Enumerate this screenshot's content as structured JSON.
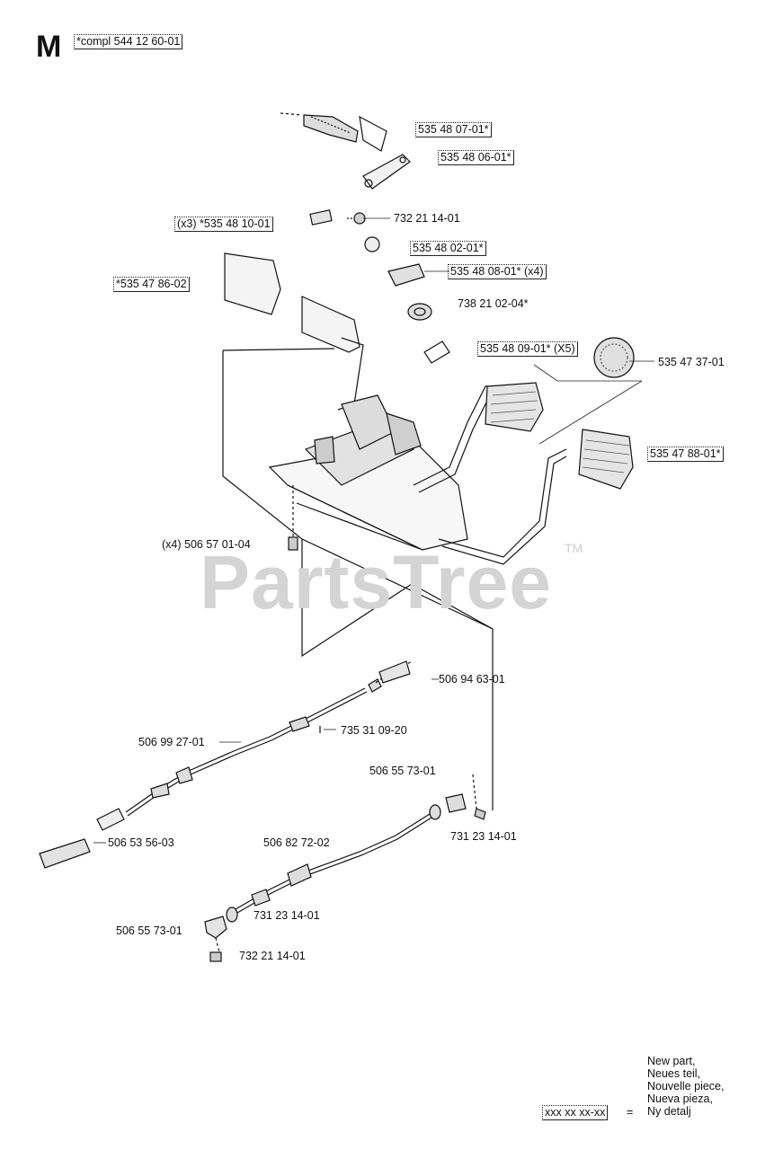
{
  "header": {
    "section_letter": "M",
    "compl_label": "*compl 544 12 60-01"
  },
  "watermark": {
    "text": "PartsTree",
    "tm": "TM"
  },
  "callouts": [
    {
      "id": "c1",
      "text": "535 48 07-01*",
      "boxed": true
    },
    {
      "id": "c2",
      "text": "535 48 06-01*",
      "boxed": true
    },
    {
      "id": "c3",
      "text": "732 21 14-01",
      "boxed": false
    },
    {
      "id": "c4",
      "text": "(x3) *535 48 10-01",
      "boxed": true
    },
    {
      "id": "c5",
      "text": "535 48 02-01*",
      "boxed": true
    },
    {
      "id": "c6",
      "text": "*535 47 86-02",
      "boxed": true
    },
    {
      "id": "c7",
      "text": "535 48 08-01* (x4)",
      "boxed": true
    },
    {
      "id": "c8",
      "text": "738 21 02-04*",
      "boxed": false
    },
    {
      "id": "c9",
      "text": "535 48 09-01* (X5)",
      "boxed": true
    },
    {
      "id": "c10",
      "text": "535 47 37-01",
      "boxed": false
    },
    {
      "id": "c11",
      "text": "535 47 88-01*",
      "boxed": true
    },
    {
      "id": "c12",
      "text": "(x4) 506 57 01-04",
      "boxed": false
    },
    {
      "id": "c13",
      "text": "506 94 63-01",
      "boxed": false
    },
    {
      "id": "c14",
      "text": "735 31 09-20",
      "boxed": false
    },
    {
      "id": "c15",
      "text": "506 99 27-01",
      "boxed": false
    },
    {
      "id": "c16",
      "text": "506 55 73-01",
      "boxed": false
    },
    {
      "id": "c17",
      "text": "731 23 14-01",
      "boxed": false
    },
    {
      "id": "c18",
      "text": "506 82 72-02",
      "boxed": false
    },
    {
      "id": "c19",
      "text": "506 53 56-03",
      "boxed": false
    },
    {
      "id": "c20",
      "text": "731 23 14-01",
      "boxed": false
    },
    {
      "id": "c21",
      "text": "506 55 73-01",
      "boxed": false
    },
    {
      "id": "c22",
      "text": "732 21 14-01",
      "boxed": false
    }
  ],
  "legend": {
    "lines": [
      "New part,",
      "Neues teil,",
      "Nouvelle piece,",
      "Nueva pieza,",
      "Ny detalj"
    ],
    "code": "xxx xx xx-xx",
    "equals": "="
  }
}
